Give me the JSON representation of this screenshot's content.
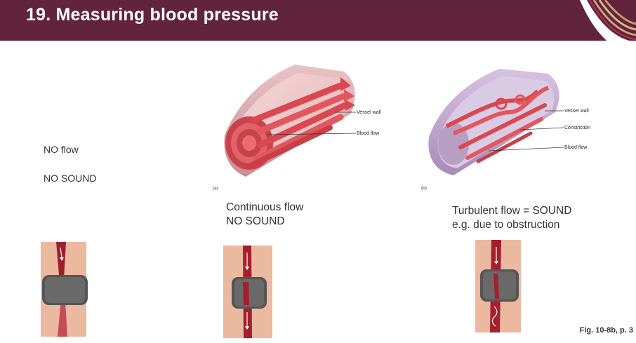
{
  "header": {
    "title": "19. Measuring blood pressure",
    "bg_color": "#62233d"
  },
  "left_panel": {
    "line1": "NO flow",
    "line2": "NO SOUND"
  },
  "figure_a": {
    "panel_letter": "(a)",
    "label_vessel_wall": "Vessel wall",
    "label_blood_flow": "Blood flow",
    "caption_line1": "Continuous flow",
    "caption_line2": "NO SOUND"
  },
  "figure_b": {
    "panel_letter": "(b)",
    "label_vessel_wall": "Vessel wall",
    "label_constriction": "Constriction",
    "label_blood_flow": "Blood flow",
    "caption_line1": "Turbulent flow = SOUND",
    "caption_line2": "e.g. due to obstruction"
  },
  "footer": {
    "figure_ref": "Fig. 10-8b, p. 3"
  }
}
